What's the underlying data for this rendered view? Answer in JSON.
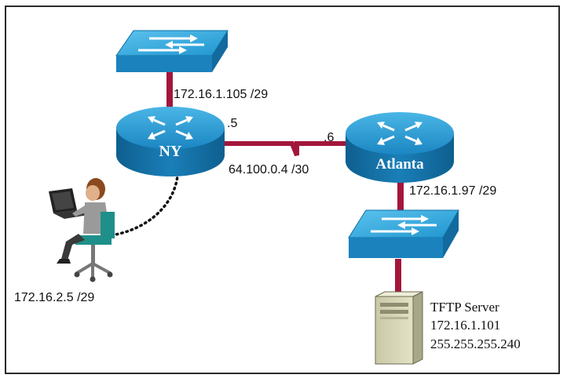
{
  "routers": {
    "ny": {
      "name": "NY"
    },
    "atlanta": {
      "name": "Atlanta"
    }
  },
  "links": {
    "ny_lan": "172.16.1.105 /29",
    "ny_wan_host": ".5",
    "atlanta_wan_host": ".6",
    "wan_network": "64.100.0.4 /30",
    "atlanta_lan": "172.16.1.97 /29",
    "pc_address": "172.16.2.5 /29"
  },
  "tftp_server": {
    "label": "TFTP Server",
    "ip": "172.16.1.101",
    "mask": "255.255.255.240"
  },
  "colors": {
    "device_blue": "#2a9fd6",
    "link_red": "#a3163c",
    "console_dots": "#111111",
    "server_beige": "#d9d8b8"
  },
  "icons": [
    "switch-icon",
    "router-icon",
    "pc-user-icon",
    "server-icon"
  ]
}
